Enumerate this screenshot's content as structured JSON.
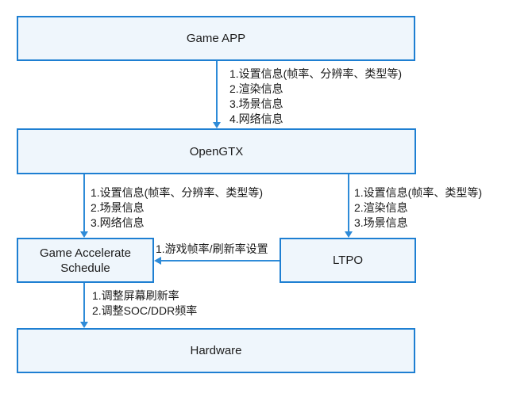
{
  "diagram": {
    "title": "Game acceleration architecture flow",
    "colors": {
      "node_border": "#1E7FD2",
      "node_fill": "#EFF6FC",
      "arrow": "#2E8BD8",
      "text": "#1A1A1A",
      "background": "#FFFFFF"
    },
    "nodes": {
      "game_app": {
        "label": "Game APP"
      },
      "opengtx": {
        "label": "OpenGTX"
      },
      "gas": {
        "label": "Game Accelerate Schedule"
      },
      "ltpo": {
        "label": "LTPO"
      },
      "hardware": {
        "label": "Hardware"
      }
    },
    "annotations": {
      "app_to_opengtx": {
        "lines": [
          "1.设置信息(帧率、分辨率、类型等)",
          "2.渲染信息",
          "3.场景信息",
          "4.网络信息"
        ]
      },
      "opengtx_to_gas": {
        "lines": [
          "1.设置信息(帧率、分辨率、类型等)",
          "2.场景信息",
          "3.网络信息"
        ]
      },
      "opengtx_to_ltpo": {
        "lines": [
          "1.设置信息(帧率、类型等)",
          "2.渲染信息",
          "3.场景信息"
        ]
      },
      "ltpo_to_gas": {
        "lines": [
          "1.游戏帧率/刷新率设置"
        ]
      },
      "gas_to_hardware": {
        "lines": [
          "1.调整屏幕刷新率",
          "2.调整SOC/DDR频率"
        ]
      }
    }
  }
}
